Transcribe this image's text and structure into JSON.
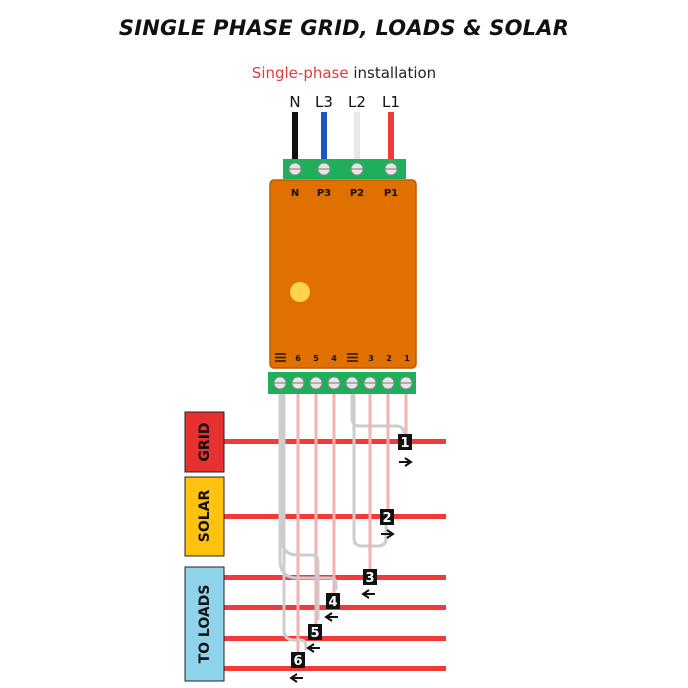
{
  "title": "SINGLE PHASE GRID, LOADS & SOLAR",
  "subtitle": {
    "highlight": "Single-phase",
    "rest": " installation"
  },
  "supply_wires": [
    "N",
    "L3",
    "L2",
    "L1"
  ],
  "top_terminals": [
    "N",
    "P3",
    "P2",
    "P1"
  ],
  "bottom_terminals": [
    "6",
    "5",
    "4",
    "3",
    "2",
    "1"
  ],
  "groups": {
    "grid": "GRID",
    "solar": "SOLAR",
    "loads": "TO LOADS"
  },
  "ct_clamps": [
    "1",
    "2",
    "3",
    "4",
    "5",
    "6"
  ],
  "colors": {
    "neutral": "#111111",
    "l3": "#1a56c4",
    "l2": "#e8e8e8",
    "l1": "#ef3b3b",
    "meter_body": "#e07000",
    "terminal_block": "#1fae5a",
    "grid_box": "#e63131",
    "solar_box": "#ffc20e",
    "loads_box": "#8fd3ea",
    "indicator": "#ffd54a",
    "bus_line": "#f23a3a",
    "ct_wire_light": "#f5b0b0",
    "ct_wire_gray": "#cccccc"
  },
  "icons": [
    "ground-symbol-icon",
    "arrow-right-icon",
    "arrow-left-icon"
  ]
}
